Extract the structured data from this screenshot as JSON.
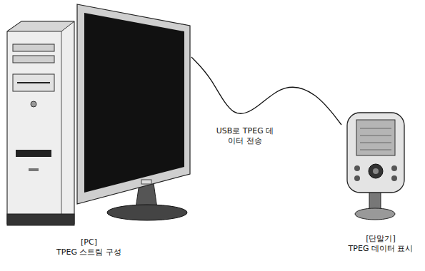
{
  "diagram": {
    "nodes": [
      {
        "text": [
          "[PC]",
          "TPEG 스트림 구성"
        ]
      },
      {
        "text": [
          "[단말기]",
          "TPEG 데이터 표시"
        ]
      }
    ],
    "edges": [
      {
        "from": 0,
        "to": 1,
        "arrow": "none",
        "label": "USB로 TPEG 데이터 전송"
      }
    ]
  }
}
